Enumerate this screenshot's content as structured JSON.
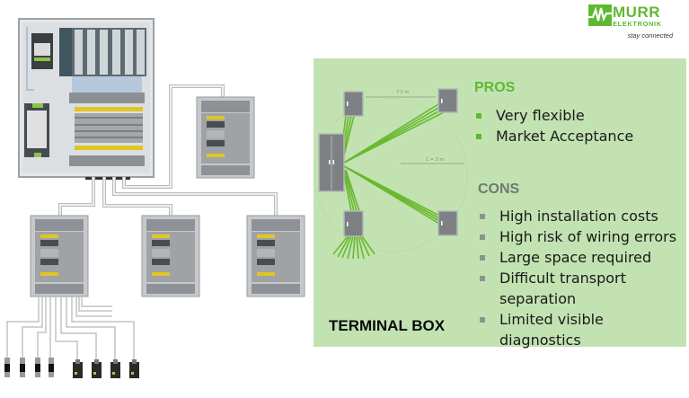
{
  "logo": {
    "brand": "MURR",
    "sub": "ELEKTRONIK",
    "tagline": "stay connected",
    "color": "#5fb930"
  },
  "diagram": {
    "title": "TERMINAL BOX",
    "distance_label_1": "7.5 m",
    "distance_label_2": "1 = 3 m",
    "wire_color": "#6ab82e",
    "panel_color": "#c2e3b1"
  },
  "pros": {
    "title": "PROS",
    "items": [
      "Very flexible",
      "Market Acceptance"
    ]
  },
  "cons": {
    "title": "CONS",
    "items": [
      "High installation costs",
      "High risk of wiring errors",
      "Large space required",
      "Difficult transport separation",
      "Limited visible diagnostics"
    ]
  }
}
